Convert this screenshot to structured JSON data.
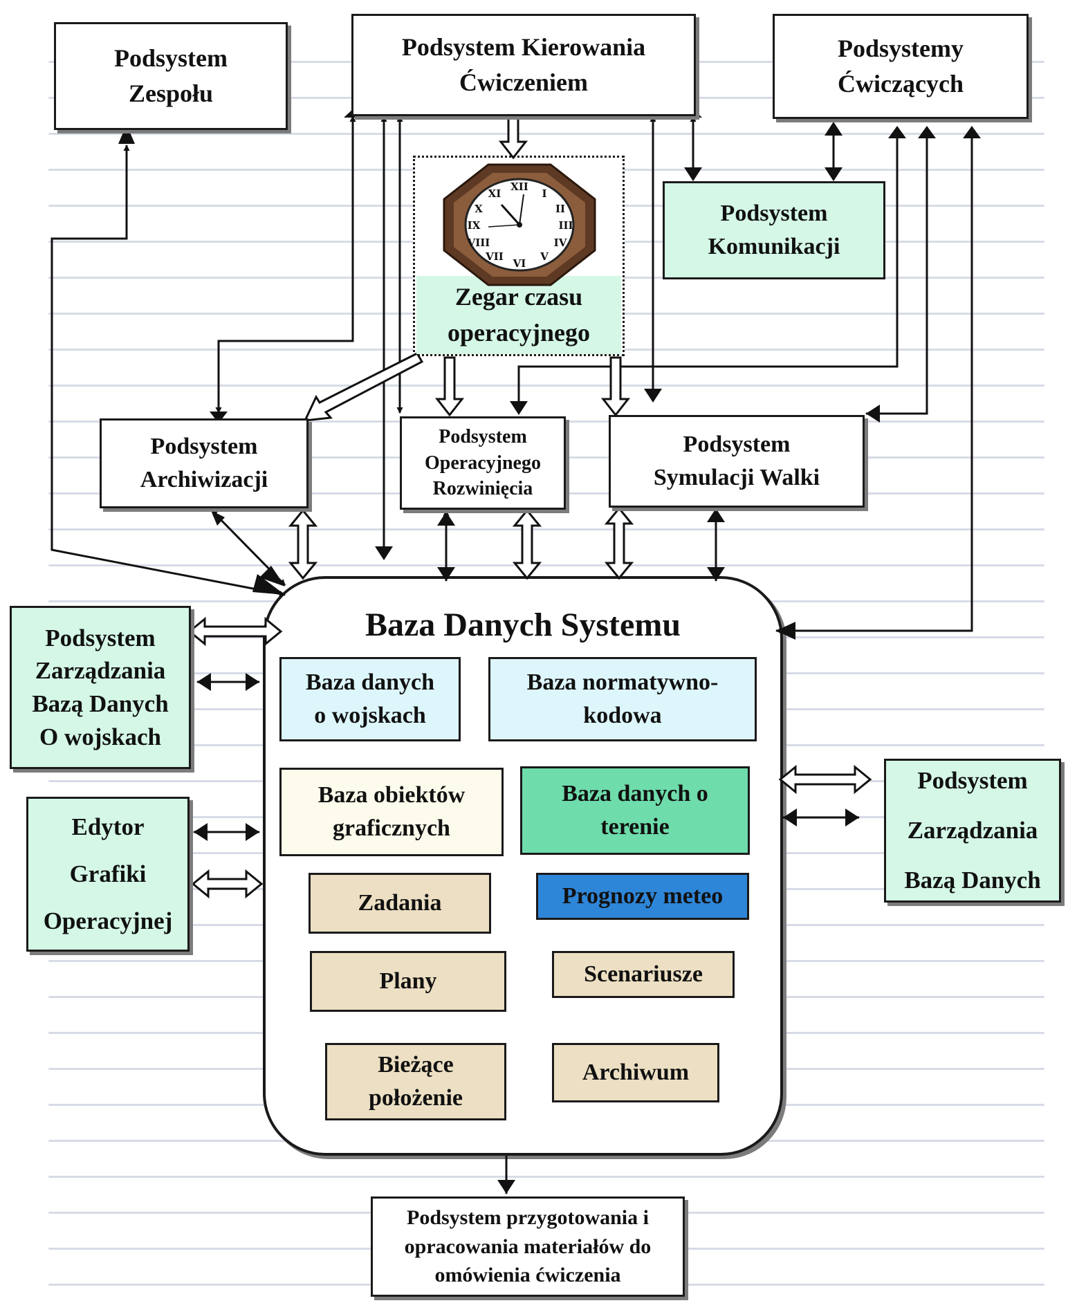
{
  "nodes": {
    "zespol": "Podsystem\nZespołu",
    "kierowanie": "Podsystem Kierowania\nĆwiczeniem",
    "cwiczacy": "Podsystemy\nĆwiczących",
    "komunikacja": "Podsystem\nKomunikacji",
    "zegar": "Zegar czasu\noperacyjnego",
    "archiwizacja": "Podsystem\nArchiwizacji",
    "rozwiniecie": "Podsystem\nOperacyjnego\nRozwinięcia",
    "symulacja": "Podsystem\nSymulacji Walki",
    "zarzadzanie_wojska": "Podsystem\nZarządzania\nBazą Danych\nO wojskach",
    "edytor": "Edytor\nGrafiki\nOperacyjnej",
    "zarzadzanie_bd": "Podsystem\nZarządzania\nBazą Danych",
    "przygotowanie": "Podsystem przygotowania i\nopracowania materiałów do\nomówienia ćwiczenia"
  },
  "database": {
    "title": "Baza Danych Systemu",
    "items": {
      "wojska": "Baza danych\no wojskach",
      "normatywno": "Baza normatywno-\nkodowa",
      "obiekty": "Baza obiektów\ngraficznych",
      "teren": "Baza danych o\nterenie",
      "zadania": "Zadania",
      "meteo": "Prognozy meteo",
      "plany": "Plany",
      "scenariusze": "Scenariusze",
      "polozenie": "Bieżące\npołożenie",
      "archiwum": "Archiwum"
    }
  },
  "colors": {
    "mint": "#d4f7e6",
    "pale_cyan": "#ddf6fb",
    "cream": "#fdfcec",
    "green": "#6edcab",
    "tan": "#ecdfc3",
    "blue": "#2e86d8"
  },
  "icons": [
    "clock-icon"
  ]
}
